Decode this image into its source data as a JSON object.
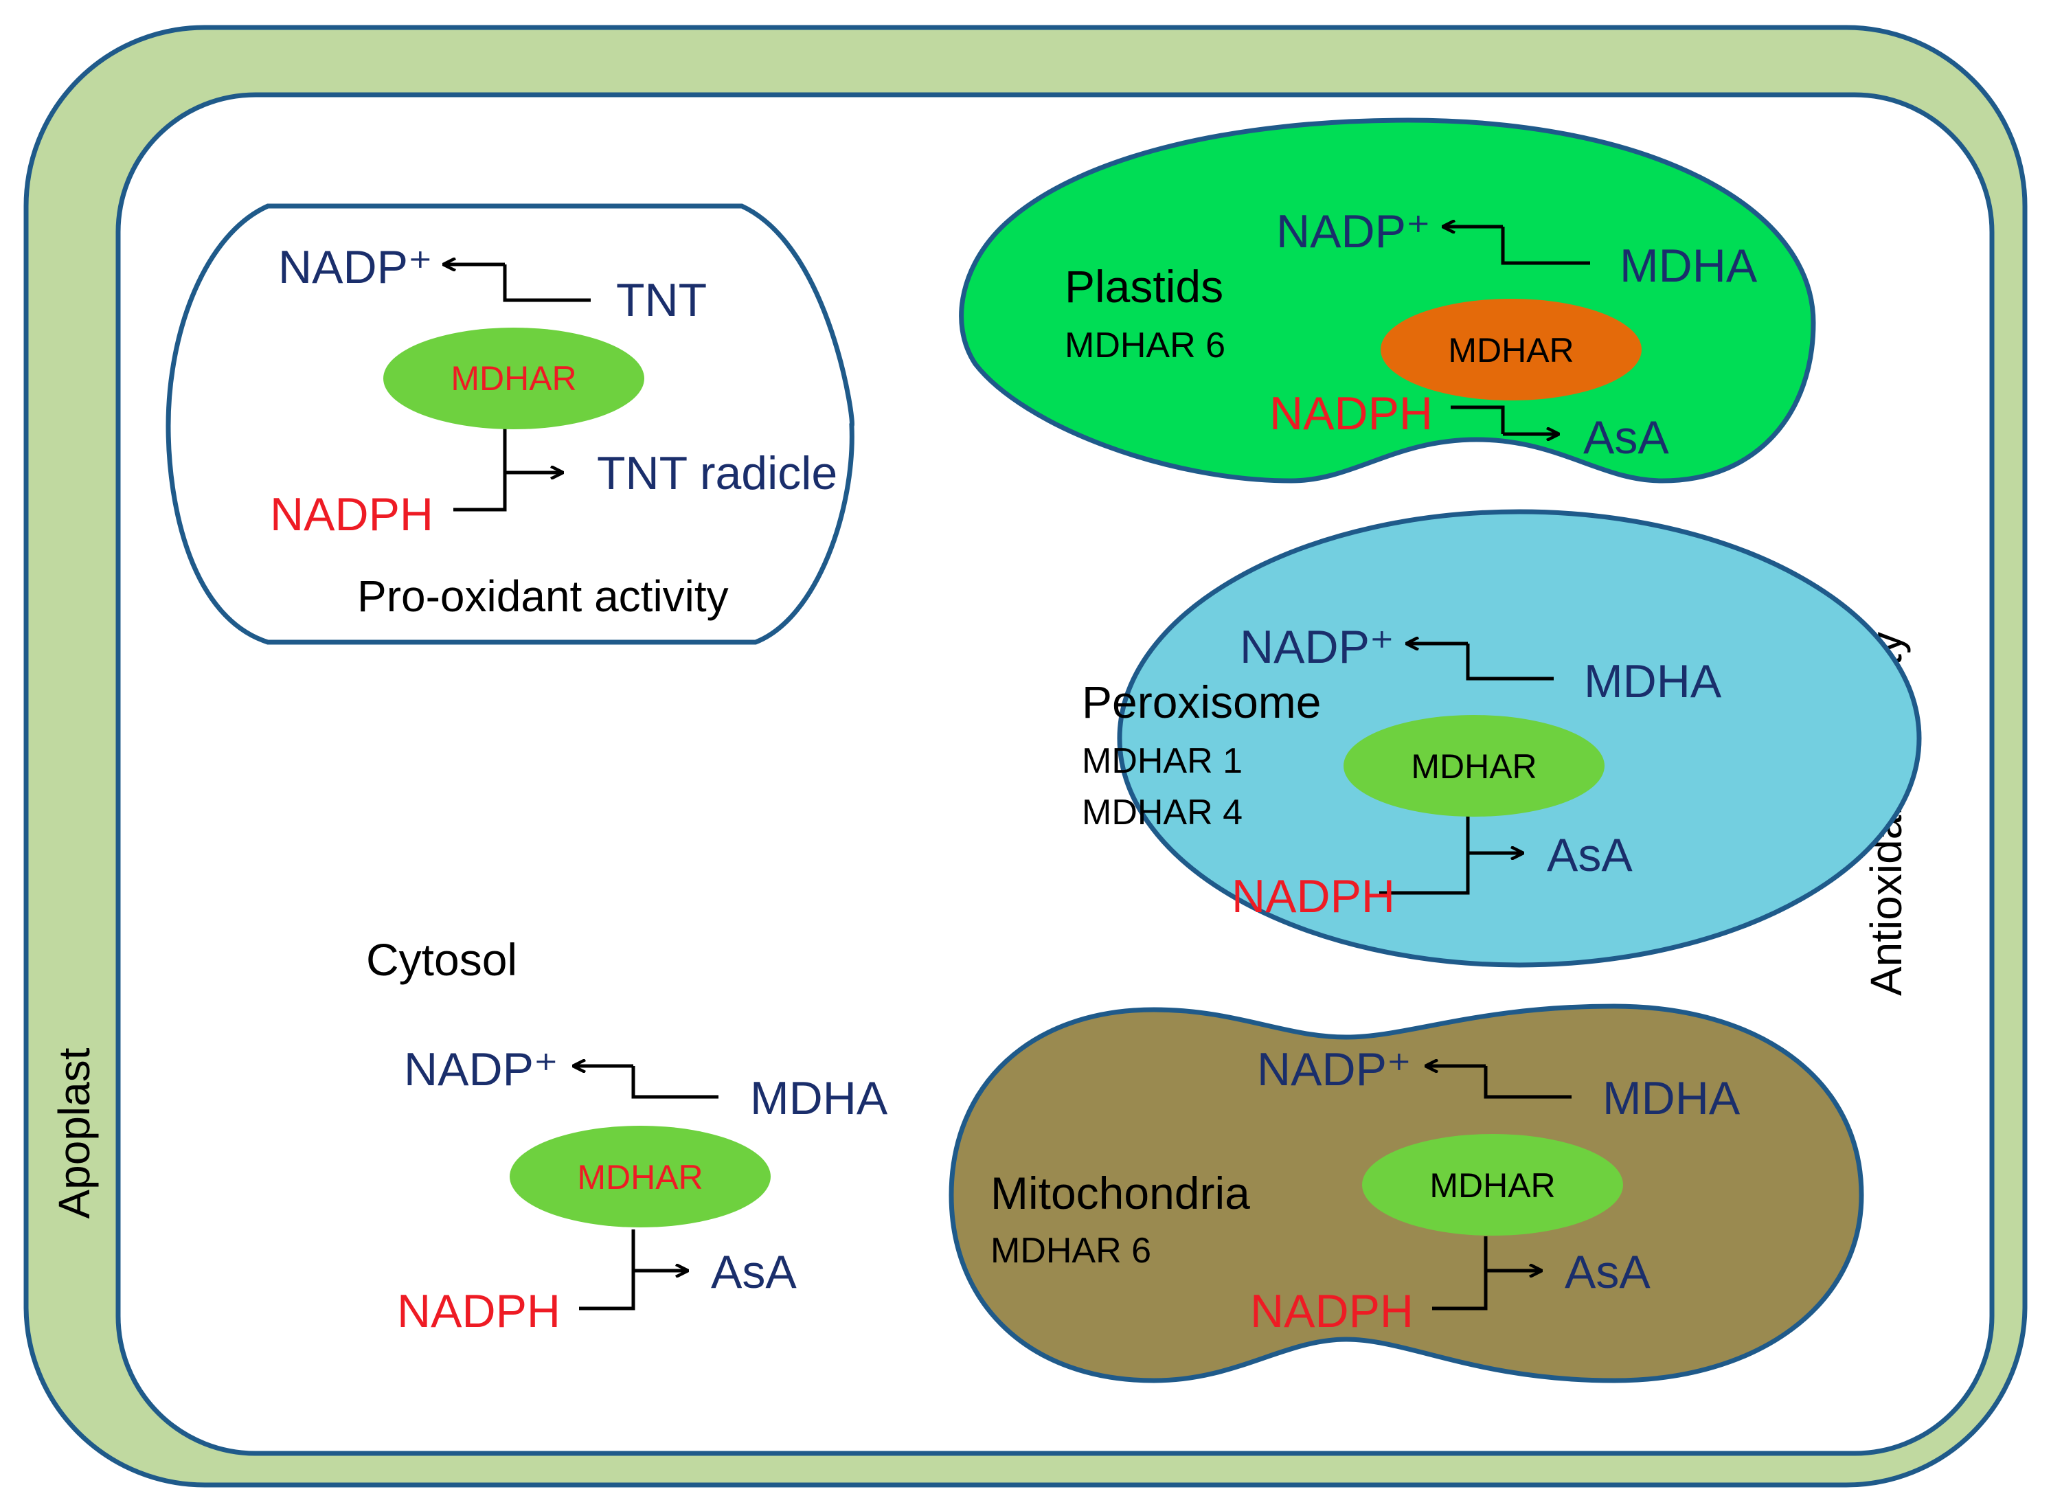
{
  "labels": {
    "apoplast": "Apoplast",
    "antioxidant_activity": "Antioxidant activity",
    "cytosol": "Cytosol",
    "pro_oxidant_activity": "Pro-oxidant activity"
  },
  "tnt_box": {
    "nadp": "NADP⁺",
    "tnt": "TNT",
    "enzyme": "MDHAR",
    "nadph": "NADPH",
    "tnt_radicle": "TNT radicle"
  },
  "plastids": {
    "title": "Plastids",
    "isoform": "MDHAR 6",
    "nadp": "NADP⁺",
    "mdha": "MDHA",
    "enzyme": "MDHAR",
    "nadph": "NADPH",
    "asa": "AsA"
  },
  "peroxisome": {
    "title": "Peroxisome",
    "isoform_1": "MDHAR 1",
    "isoform_2": "MDHAR 4",
    "nadp": "NADP⁺",
    "mdha": "MDHA",
    "enzyme": "MDHAR",
    "nadph": "NADPH",
    "asa": "AsA"
  },
  "cytosol_reaction": {
    "nadp": "NADP⁺",
    "mdha": "MDHA",
    "enzyme": "MDHAR",
    "nadph": "NADPH",
    "asa": "AsA"
  },
  "mitochondria": {
    "title": "Mitochondria",
    "isoform": "MDHAR 6",
    "nadp": "NADP⁺",
    "mdha": "MDHA",
    "enzyme": "MDHAR",
    "nadph": "NADPH",
    "asa": "AsA"
  },
  "colors": {
    "cell_wall": "#c0d9a0",
    "outline": "#1f5a8a",
    "plastid": "#00dd55",
    "peroxisome": "#73cfe0",
    "mitochondria": "#9a8a50",
    "enzyme_green": "#6ed13f",
    "enzyme_orange": "#e46a0a",
    "product_text": "#1a2e6b",
    "nadph_text": "#ee1b24"
  }
}
